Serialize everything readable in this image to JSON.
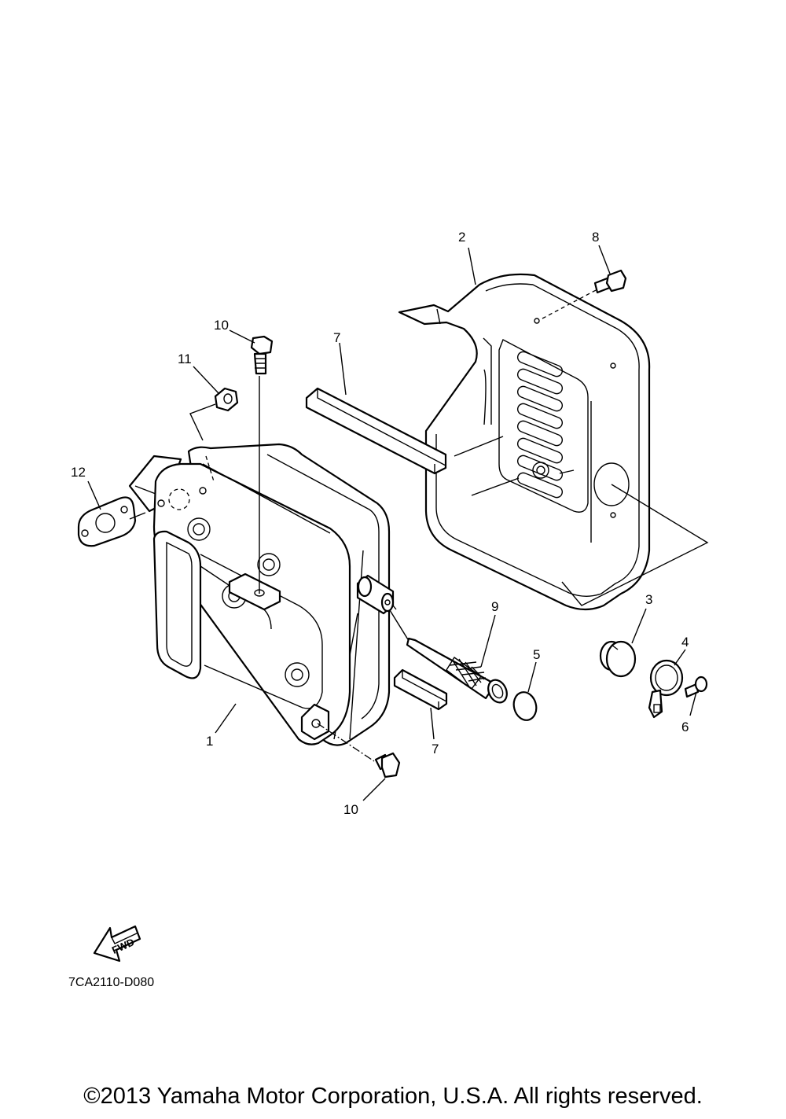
{
  "callouts": {
    "c1": "1",
    "c2": "2",
    "c3": "3",
    "c4": "4",
    "c5": "5",
    "c6": "6",
    "c7a": "7",
    "c7b": "7",
    "c8": "8",
    "c9": "9",
    "c10a": "10",
    "c10b": "10",
    "c11": "11",
    "c12": "12"
  },
  "fwd_label": "FWD",
  "diagram_code": "7CA2110-D080",
  "copyright": "©2013 Yamaha Motor Corporation, U.S.A. All rights reserved."
}
